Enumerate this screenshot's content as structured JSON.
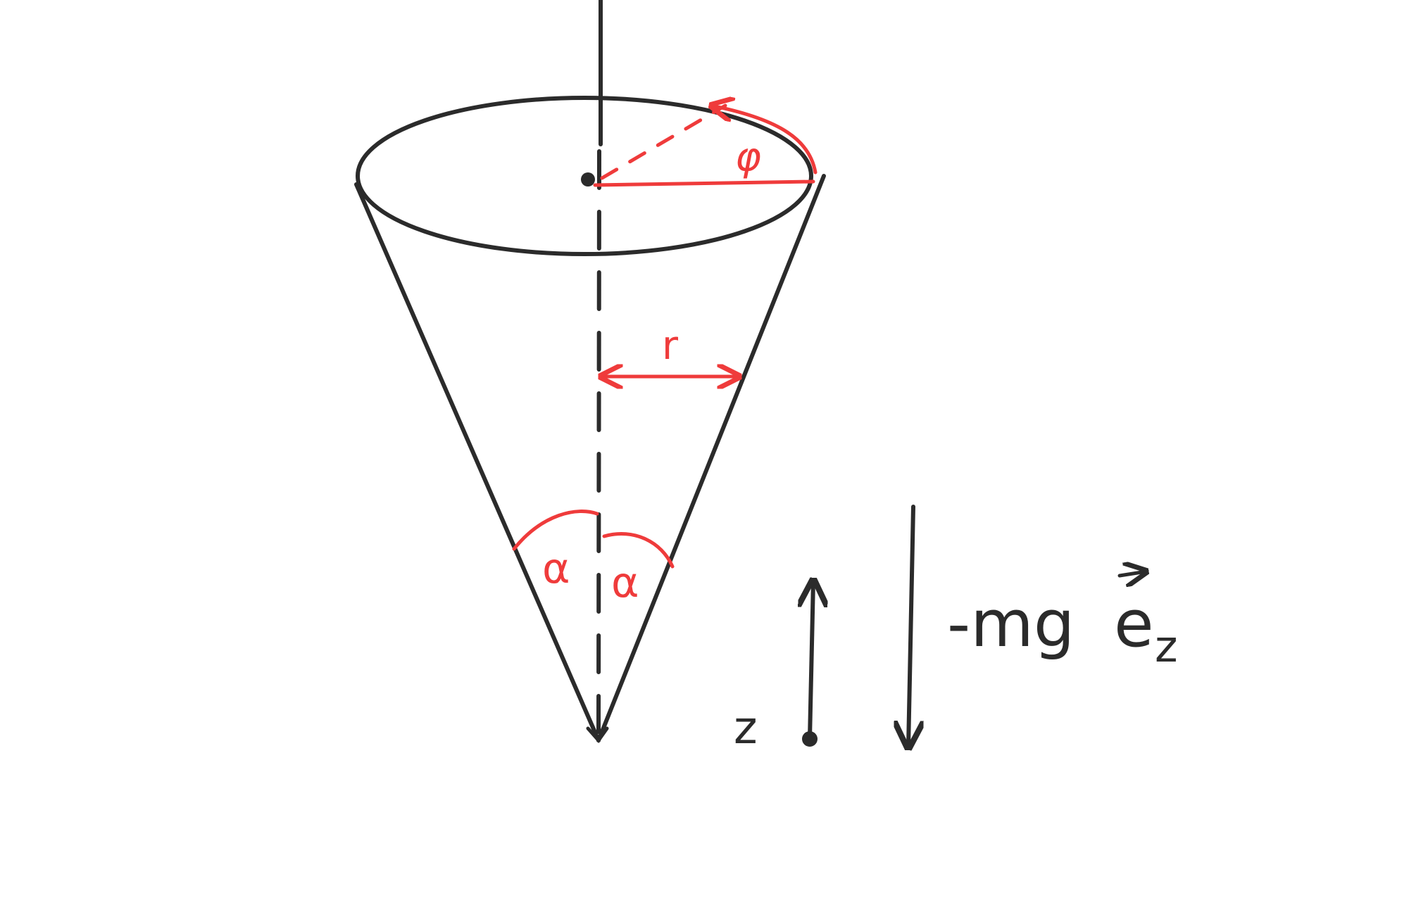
{
  "colors": {
    "ink": "#2b2b2b",
    "accent": "#ef3b3b",
    "background": "#ffffff"
  },
  "labels": {
    "phi": "φ",
    "r": "r",
    "alpha_left": "α",
    "alpha_right": "α",
    "z": "z",
    "force_main": "-mg",
    "force_vector_letter": "e",
    "force_subscript": "z"
  }
}
